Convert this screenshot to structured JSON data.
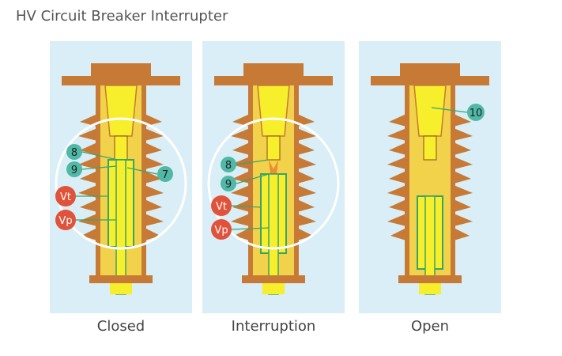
{
  "title": "HV Circuit Breaker Interrupter",
  "colors": {
    "background": "#d9eef6",
    "housing": "#c77a35",
    "housing_dark": "#8a4a1c",
    "inner": "#f2d24a",
    "yellow": "#f7ee2c",
    "green": "#3aa36a",
    "marker_teal": "#4fb8a6",
    "marker_red": "#e1523a",
    "ring": "#ffffff"
  },
  "panels": [
    {
      "caption": "Closed",
      "markers": [
        {
          "label": "8",
          "kind": "teal"
        },
        {
          "label": "9",
          "kind": "teal"
        },
        {
          "label": "7",
          "kind": "teal"
        },
        {
          "label": "Vt",
          "kind": "red"
        },
        {
          "label": "Vp",
          "kind": "red"
        }
      ]
    },
    {
      "caption": "Interruption",
      "markers": [
        {
          "label": "8",
          "kind": "teal"
        },
        {
          "label": "9",
          "kind": "teal"
        },
        {
          "label": "Vt",
          "kind": "red"
        },
        {
          "label": "Vp",
          "kind": "red"
        }
      ]
    },
    {
      "caption": "Open",
      "markers": [
        {
          "label": "10",
          "kind": "teal"
        }
      ]
    }
  ]
}
